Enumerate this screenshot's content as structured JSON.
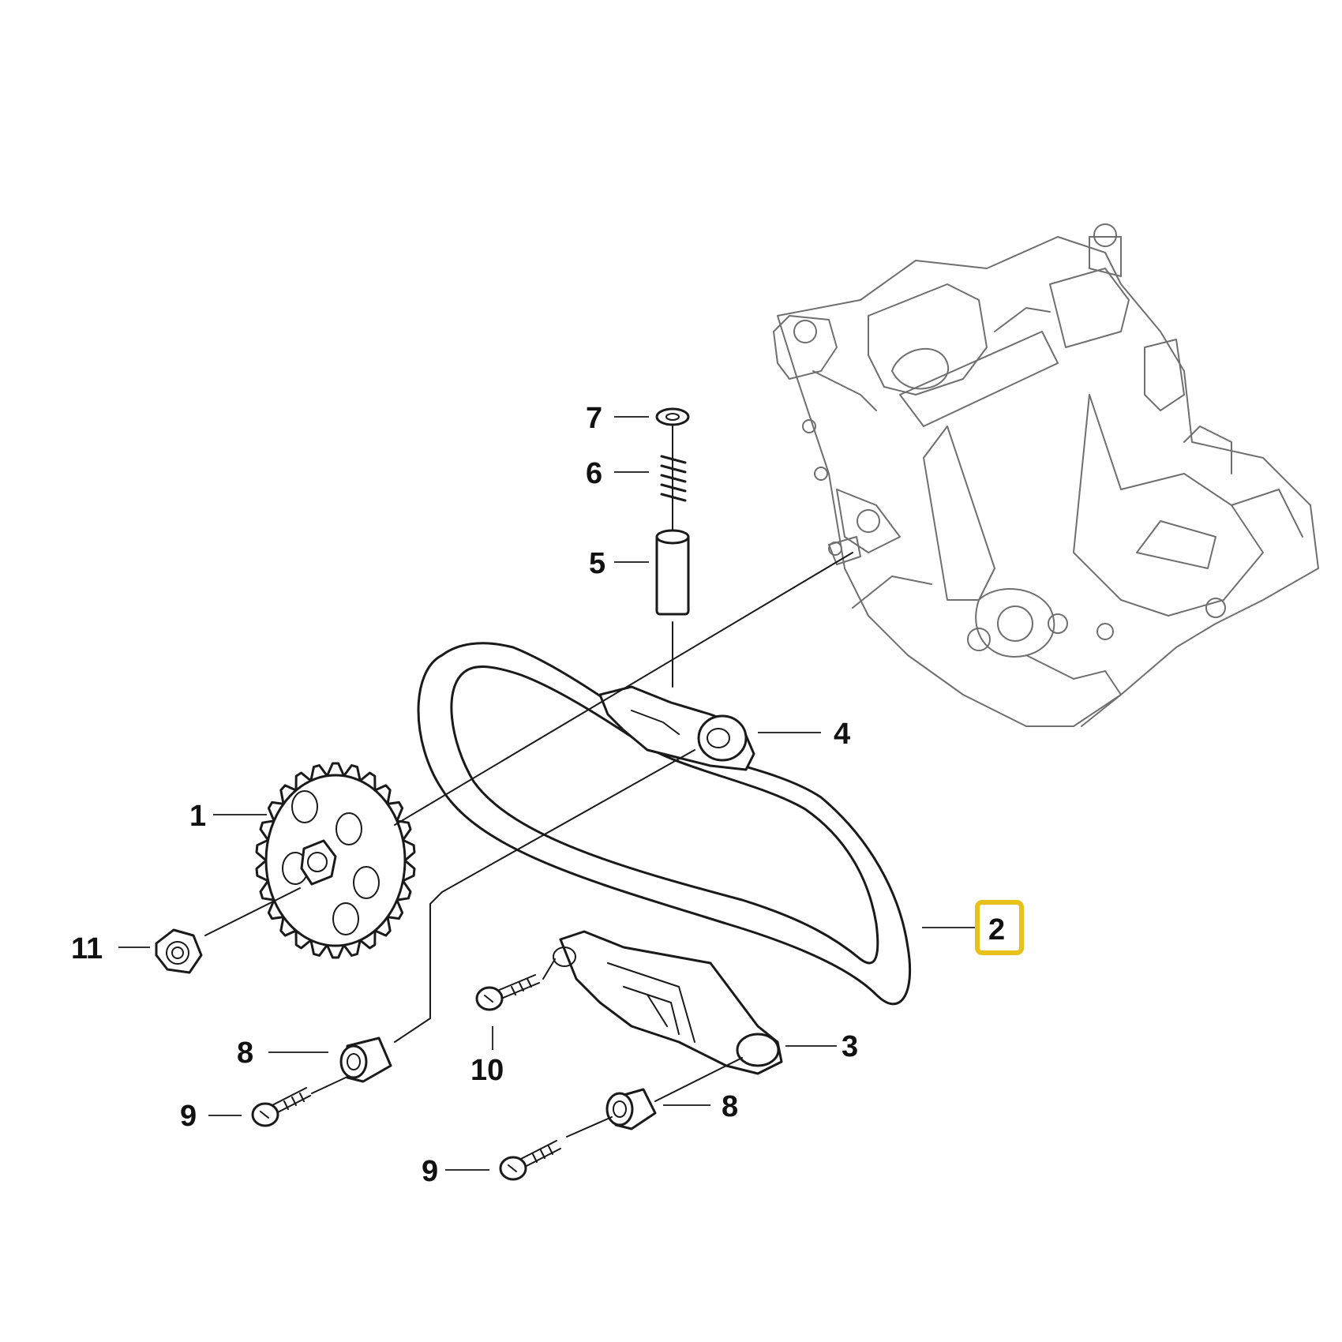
{
  "labels": {
    "part_1": "1",
    "part_2": "2",
    "part_3": "3",
    "part_4": "4",
    "part_5": "5",
    "part_6": "6",
    "part_7": "7",
    "part_8a": "8",
    "part_8b": "8",
    "part_9a": "9",
    "part_9b": "9",
    "part_10": "10",
    "part_11": "11"
  },
  "highlighted_part": "2",
  "colors": {
    "highlight": "#e8c21a",
    "line": "#1a1a1a",
    "background": "#ffffff"
  }
}
